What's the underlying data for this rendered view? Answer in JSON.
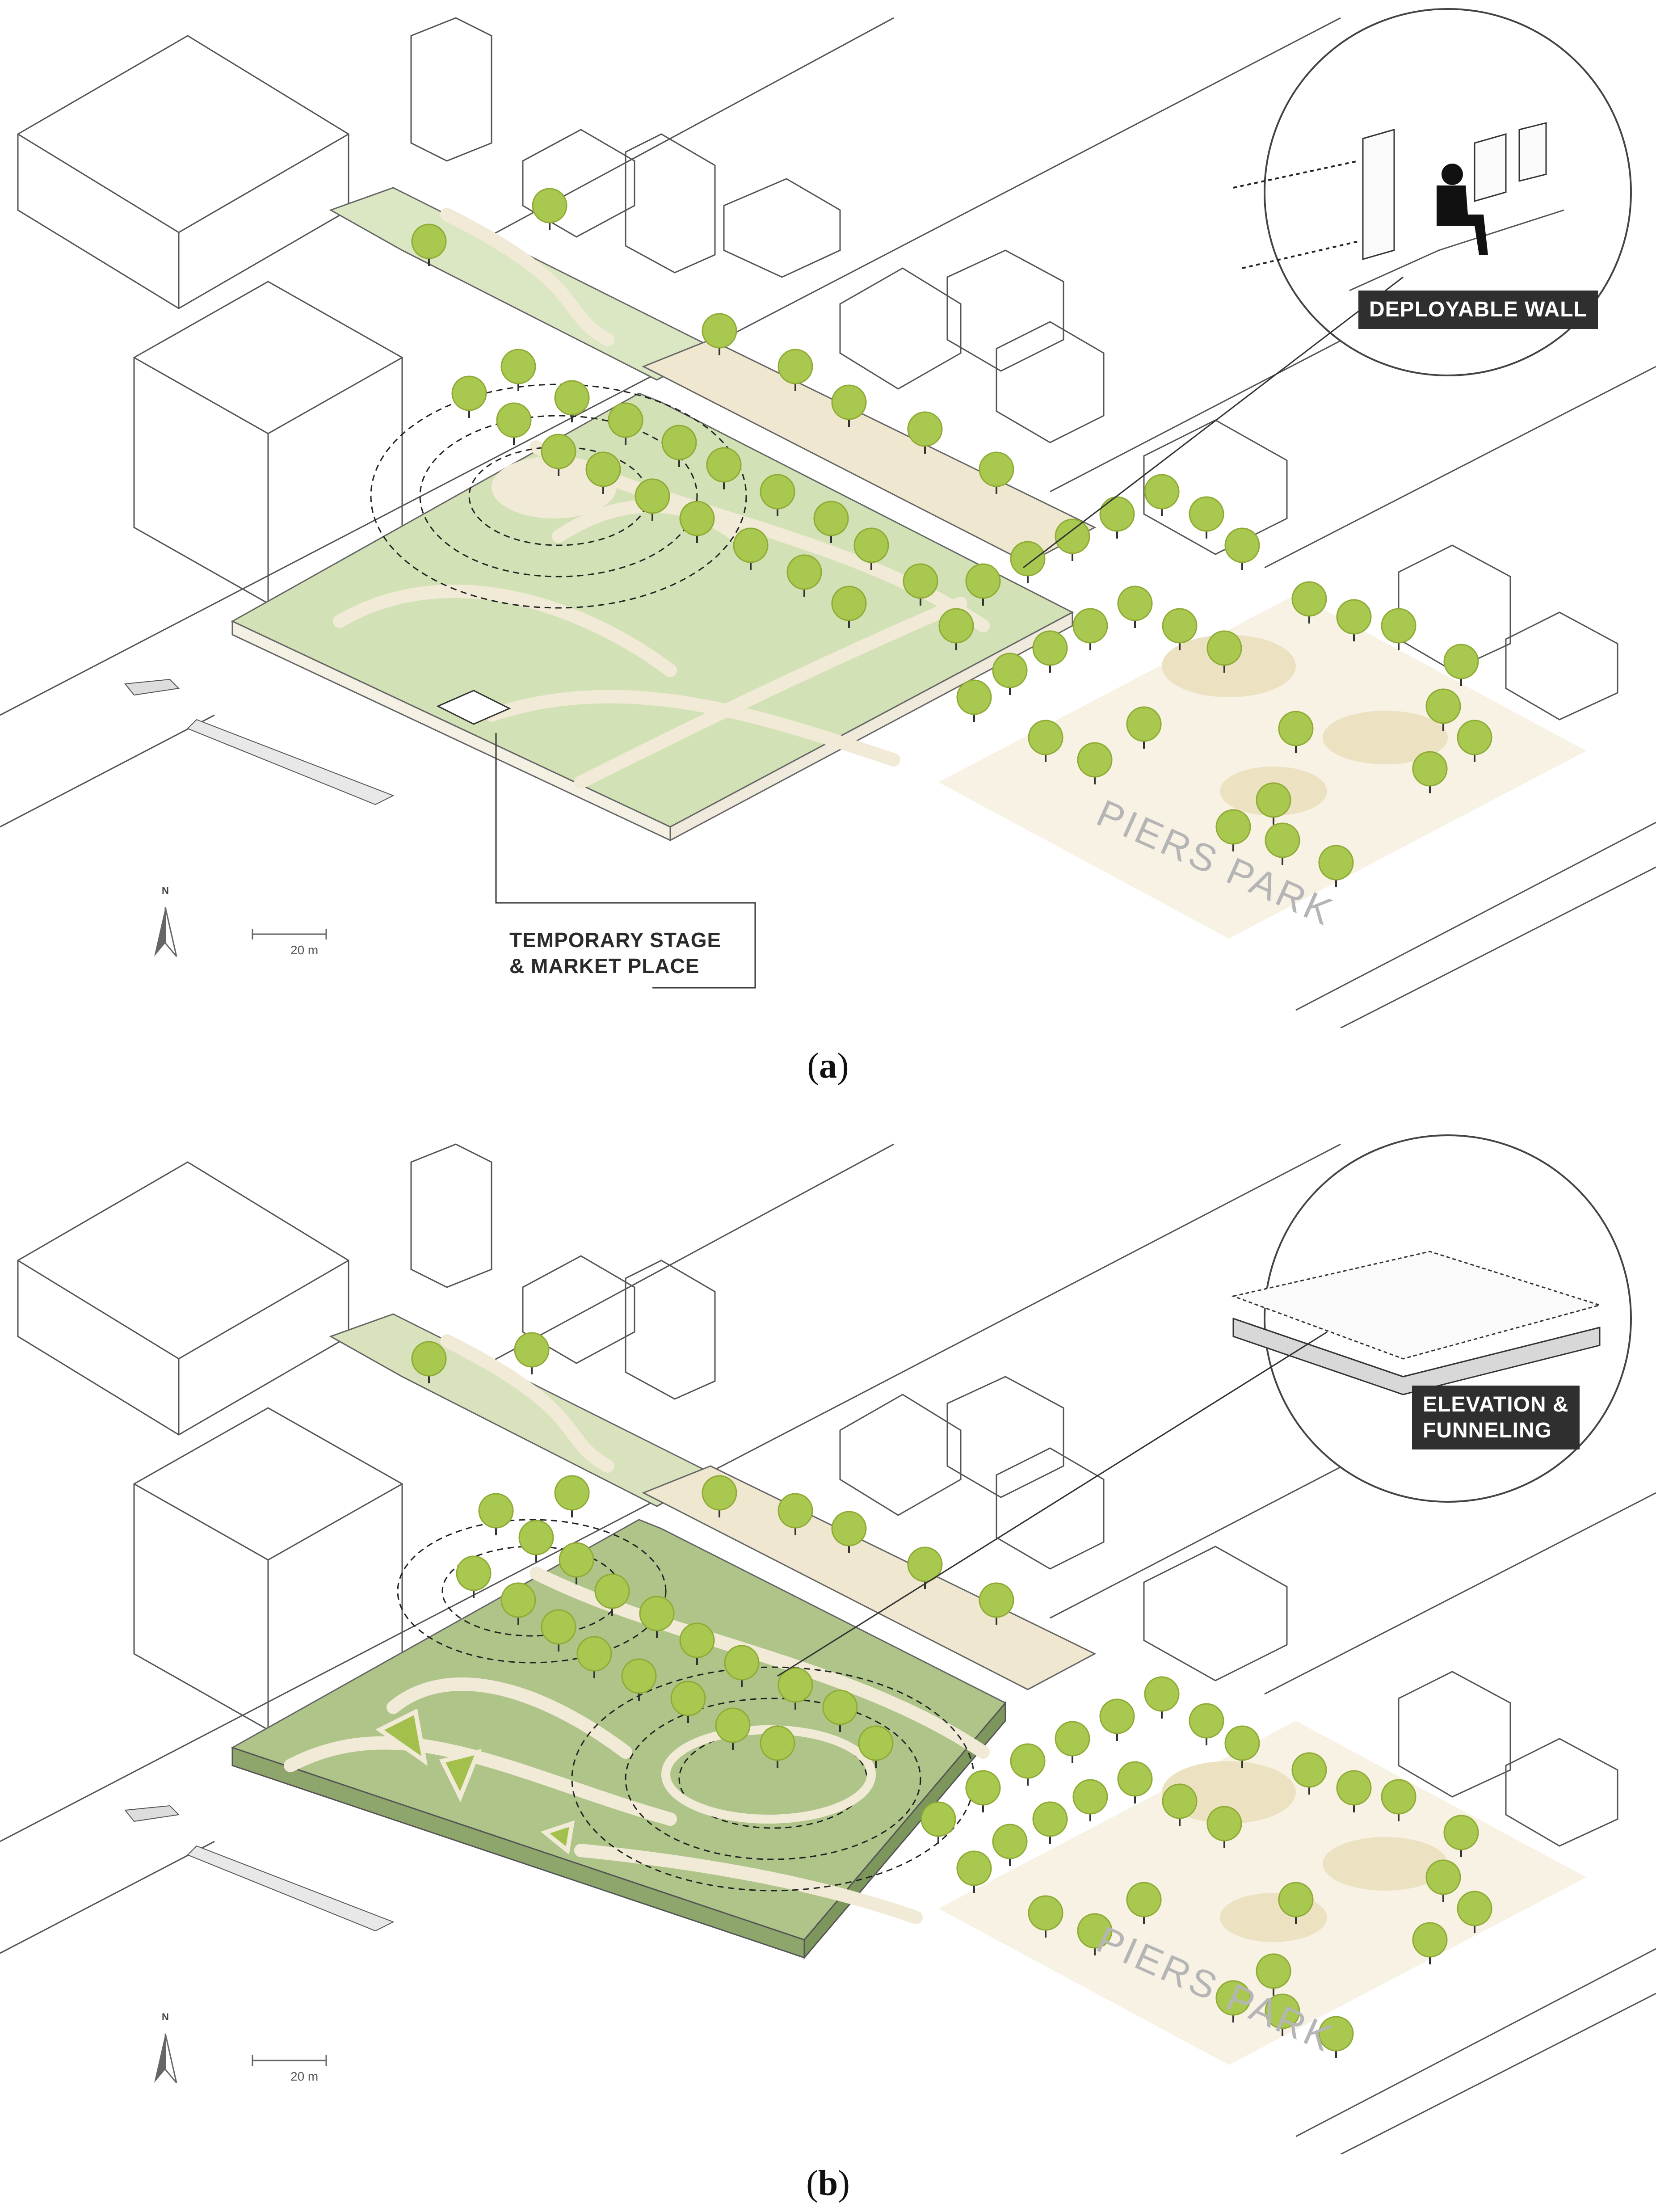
{
  "panel_a": {
    "caption_letter": "a",
    "callout": "DEPLOYABLE WALL",
    "stage_label_line1": "TEMPORARY STAGE",
    "stage_label_line2": "& MARKET PLACE",
    "park_label": "PIERS PARK",
    "scale_label": "20 m",
    "north_label": "N"
  },
  "panel_b": {
    "caption_letter": "b",
    "callout_line1": "ELEVATION &",
    "callout_line2": "FUNNELING",
    "park_label": "PIERS PARK",
    "scale_label": "20 m",
    "north_label": "N"
  },
  "colors": {
    "park_green_light": "#d3e1b6",
    "park_green_dark": "#aac08a",
    "path_beige": "#f1ead6",
    "tree_green": "#a9c84f",
    "label_bg": "#2f2f2f",
    "line_gray": "#555555"
  }
}
